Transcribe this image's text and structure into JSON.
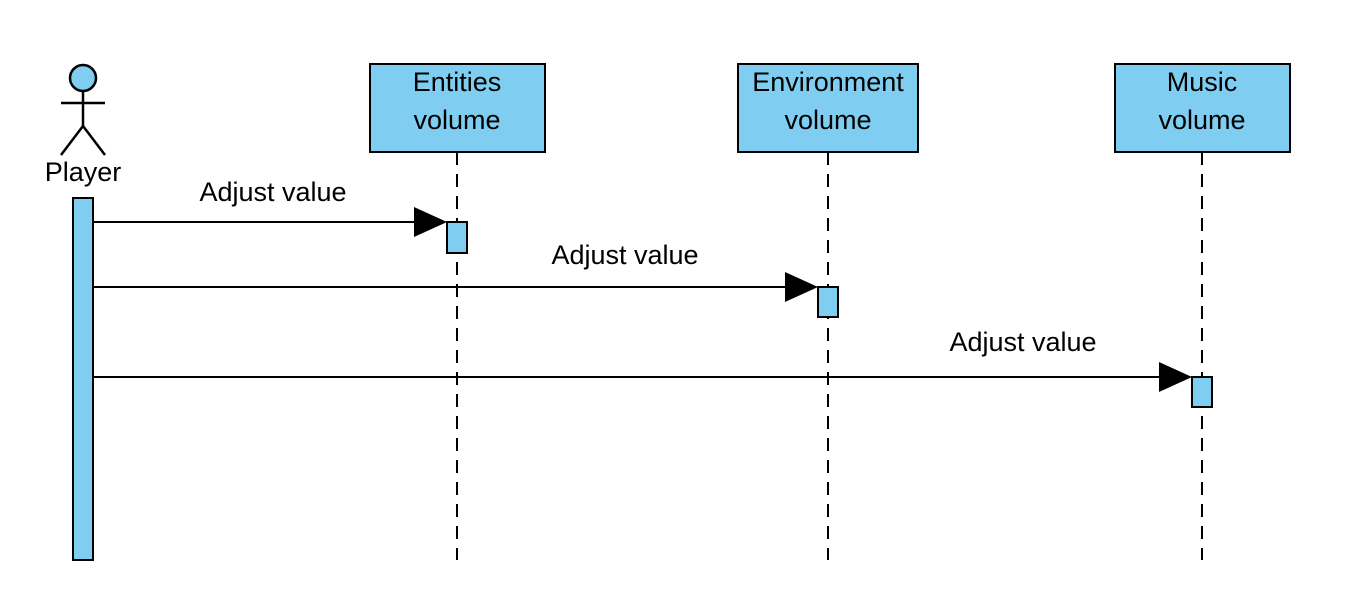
{
  "diagram": {
    "type": "sequence",
    "colors": {
      "fill": "#7FCEF1",
      "stroke": "#000000",
      "background": "#FFFFFF"
    },
    "actor": {
      "label": "Player",
      "icon": "stick-figure-icon"
    },
    "lifelines": [
      {
        "line1": "Entities",
        "line2": "volume"
      },
      {
        "line1": "Environment",
        "line2": "volume"
      },
      {
        "line1": "Music",
        "line2": "volume"
      }
    ],
    "messages": [
      {
        "from": "Player",
        "to": "Entities volume",
        "label": "Adjust value"
      },
      {
        "from": "Player",
        "to": "Environment volume",
        "label": "Adjust value"
      },
      {
        "from": "Player",
        "to": "Music volume",
        "label": "Adjust value"
      }
    ]
  }
}
